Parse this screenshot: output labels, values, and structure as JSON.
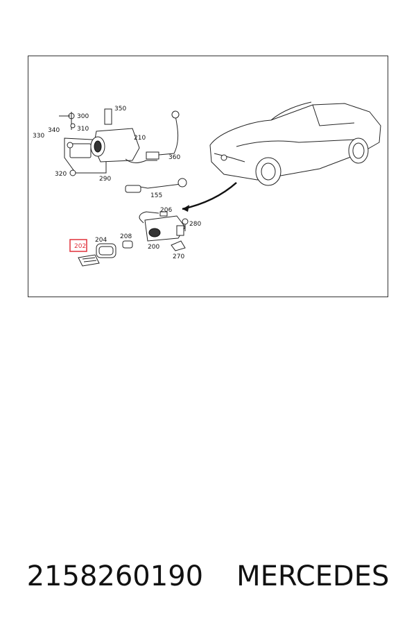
{
  "diagram": {
    "callouts": [
      "300",
      "350",
      "310",
      "330",
      "340",
      "210",
      "360",
      "320",
      "290",
      "155",
      "206",
      "280",
      "208",
      "204",
      "200",
      "270",
      "202"
    ],
    "highlighted_callout": "202",
    "highlight_color": "#e0303a"
  },
  "caption": {
    "part_number": "2158260190",
    "brand": "MERCEDES"
  }
}
